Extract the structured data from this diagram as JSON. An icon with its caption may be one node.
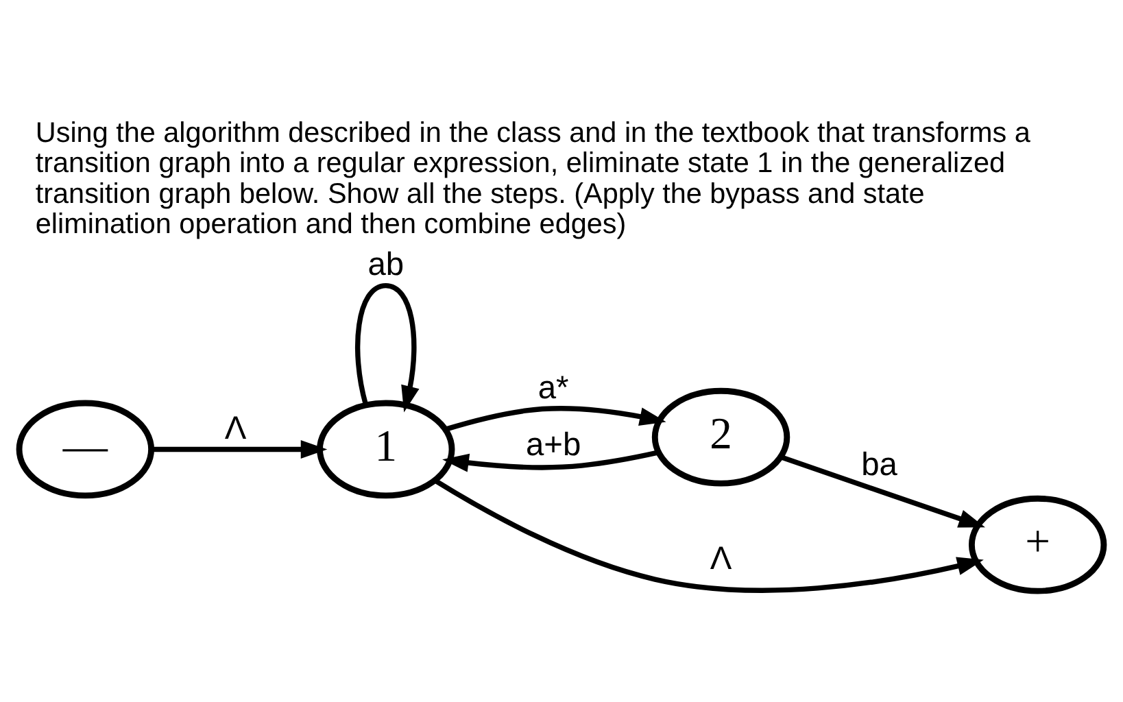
{
  "diagram": {
    "title": "Using the algorithm described in the class and in the textbook that transforms a transition graph into a regular expression, eliminate state 1 in the generalized transition graph below. Show all the steps. (Apply the bypass and state elimination operation and then combine edges)",
    "nodes": [
      {
        "text": [
          "—"
        ]
      },
      {
        "text": [
          "1"
        ]
      },
      {
        "text": [
          "2"
        ]
      },
      {
        "text": [
          "+"
        ]
      }
    ],
    "edges": [
      {
        "from": 0,
        "to": 1,
        "arrow": "to",
        "label": "Λ"
      },
      {
        "from": 1,
        "to": 1,
        "arrow": "to",
        "label": "ab"
      },
      {
        "from": 1,
        "to": 2,
        "arrow": "to",
        "label": "a*"
      },
      {
        "from": 2,
        "to": 1,
        "arrow": "to",
        "label": "a+b"
      },
      {
        "from": 1,
        "to": 3,
        "arrow": "to",
        "label": "Λ"
      },
      {
        "from": 2,
        "to": 3,
        "arrow": "to",
        "label": "ba"
      }
    ]
  }
}
